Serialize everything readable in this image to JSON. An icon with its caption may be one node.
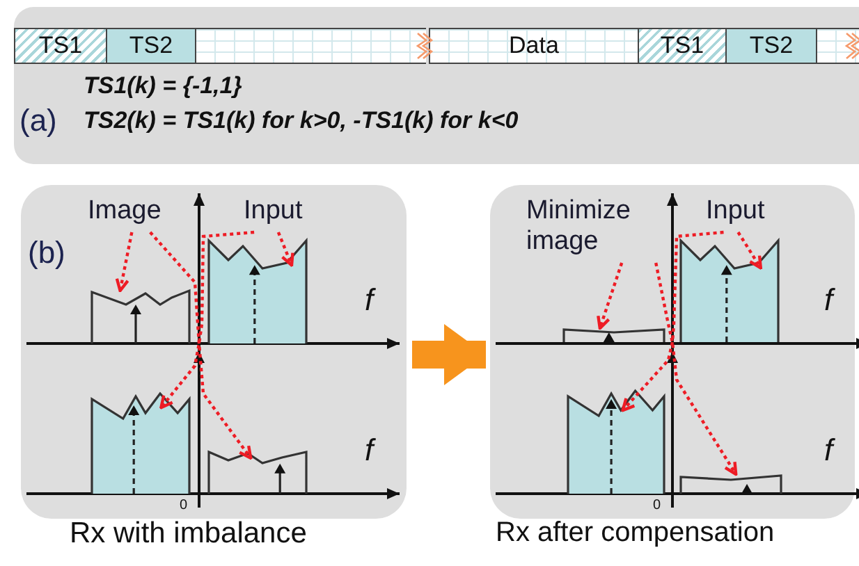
{
  "diagram": {
    "nodes": [
      {
        "text": [
          "TS1"
        ]
      },
      {
        "text": [
          "TS2"
        ]
      },
      {
        "text": [],
        "shape": "box"
      },
      {
        "text": [
          "Data"
        ]
      },
      {
        "text": [
          "TS1"
        ]
      },
      {
        "text": [
          "TS2"
        ]
      },
      {
        "text": [],
        "shape": "box"
      },
      {
        "text": [
          "(b)"
        ],
        "beside": [
          "Rx with imbalance"
        ]
      },
      {
        "text": [
          "Image"
        ],
        "in": 7
      },
      {
        "text": [
          "Input"
        ],
        "in": 7
      },
      {
        "text": [],
        "shape": "box",
        "in": 7
      },
      {
        "text": [],
        "shape": "box",
        "in": 7
      },
      {
        "text": [],
        "shape": "box",
        "in": 7
      },
      {
        "text": [],
        "shape": "box",
        "in": 7
      },
      {
        "text": [],
        "shape": "box",
        "beside": [
          "Rx after compensation"
        ]
      },
      {
        "text": [
          "Minimize image"
        ],
        "in": 14
      },
      {
        "text": [
          "Input"
        ],
        "in": 14
      },
      {
        "text": [],
        "shape": "box",
        "in": 14
      },
      {
        "text": [],
        "shape": "box",
        "in": 14
      },
      {
        "text": [],
        "shape": "box",
        "in": 14
      },
      {
        "text": [],
        "shape": "box",
        "in": 14
      }
    ],
    "edges": [
      {
        "from": 7,
        "to": 14,
        "arrow": "to",
        "style": "thick",
        "color": "#f7941d"
      },
      {
        "from": 8,
        "to": 10,
        "arrow": "to",
        "style": "dashed"
      },
      {
        "from": 8,
        "to": 13,
        "arrow": "to",
        "style": "dashed"
      },
      {
        "from": 9,
        "to": 12,
        "arrow": "to",
        "style": "dashed"
      },
      {
        "from": 9,
        "to": 11,
        "arrow": "to",
        "style": "dashed"
      },
      {
        "from": 15,
        "to": 17,
        "arrow": "to",
        "style": "dashed"
      },
      {
        "from": 15,
        "to": 20,
        "arrow": "to",
        "style": "dashed"
      },
      {
        "from": 16,
        "to": 19,
        "arrow": "to",
        "style": "dashed"
      },
      {
        "from": 16,
        "to": 18,
        "arrow": "to",
        "style": "dashed"
      }
    ],
    "labels": [
      "TS1(k) = {-1,1}",
      "(a)",
      "TS2(k) = TS1(k) for k>0, -TS1(k) for k<0",
      "f",
      "f",
      "0",
      "f",
      "f",
      "0"
    ]
  }
}
